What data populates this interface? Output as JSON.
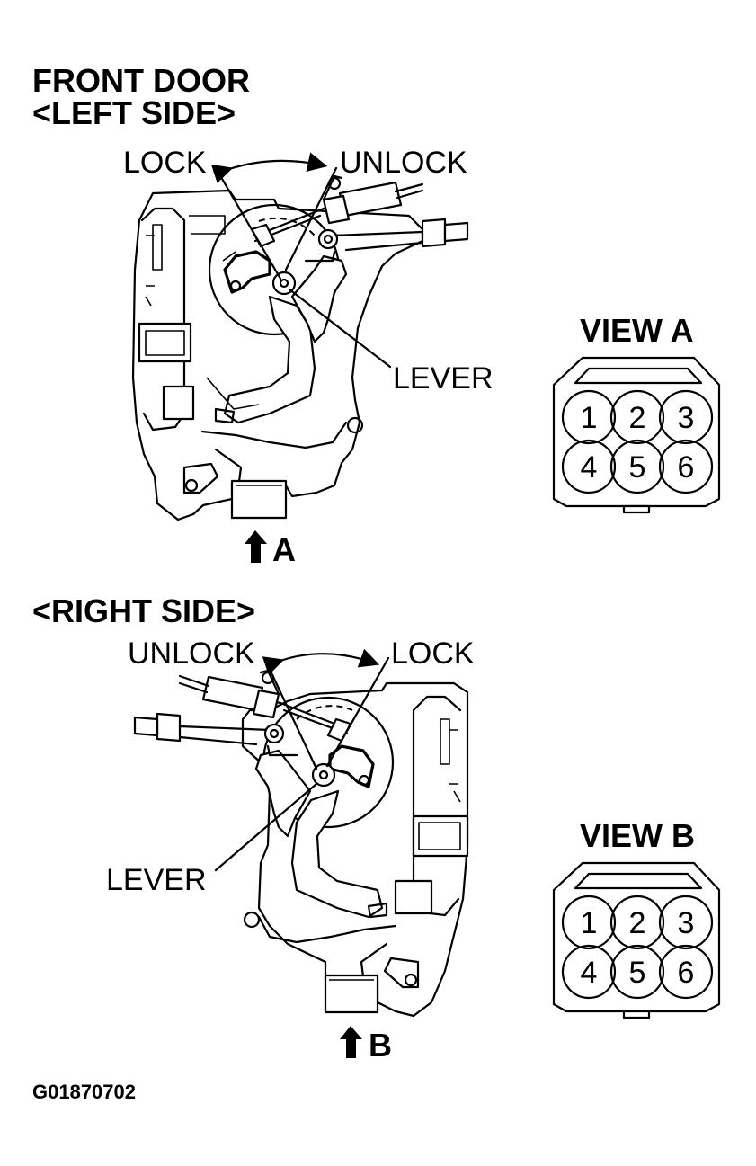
{
  "header": {
    "title": "FRONT DOOR",
    "left_side": "<LEFT SIDE>",
    "right_side": "<RIGHT SIDE>"
  },
  "left": {
    "lock": "LOCK",
    "unlock": "UNLOCK",
    "lever": "LEVER",
    "arrow_label": "A"
  },
  "right": {
    "unlock": "UNLOCK",
    "lock": "LOCK",
    "lever": "LEVER",
    "arrow_label": "B"
  },
  "view_a": {
    "title": "VIEW A",
    "pins": [
      "1",
      "2",
      "3",
      "4",
      "5",
      "6"
    ]
  },
  "view_b": {
    "title": "VIEW B",
    "pins": [
      "1",
      "2",
      "3",
      "4",
      "5",
      "6"
    ]
  },
  "figure_code": "G01870702"
}
